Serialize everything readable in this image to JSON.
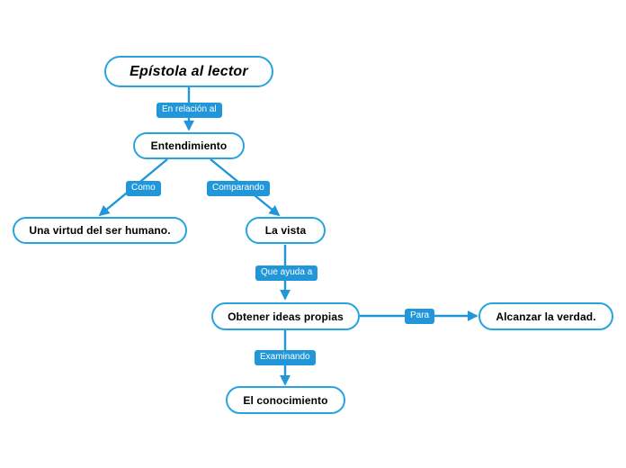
{
  "diagram": {
    "type": "mind-map",
    "background_color": "#ffffff",
    "node_border_color": "#29a3e0",
    "node_fill_color": "#ffffff",
    "node_text_color": "#000000",
    "connector_color": "#2197d9",
    "label_fill_color": "#2197d9",
    "label_text_color": "#ffffff",
    "nodes": [
      {
        "id": "root",
        "label": "Epístola al lector"
      },
      {
        "id": "entendimiento",
        "label": "Entendimiento"
      },
      {
        "id": "virtud",
        "label": "Una virtud del ser humano."
      },
      {
        "id": "vista",
        "label": "La vista"
      },
      {
        "id": "ideas",
        "label": "Obtener ideas propias"
      },
      {
        "id": "verdad",
        "label": "Alcanzar la verdad."
      },
      {
        "id": "conocimiento",
        "label": "El conocimiento"
      }
    ],
    "edges": [
      {
        "from": "root",
        "to": "entendimiento",
        "label": "En relación al"
      },
      {
        "from": "entendimiento",
        "to": "virtud",
        "label": "Como"
      },
      {
        "from": "entendimiento",
        "to": "vista",
        "label": "Comparando"
      },
      {
        "from": "vista",
        "to": "ideas",
        "label": "Que ayuda a"
      },
      {
        "from": "ideas",
        "to": "verdad",
        "label": "Para"
      },
      {
        "from": "ideas",
        "to": "conocimiento",
        "label": "Examinando"
      }
    ]
  }
}
